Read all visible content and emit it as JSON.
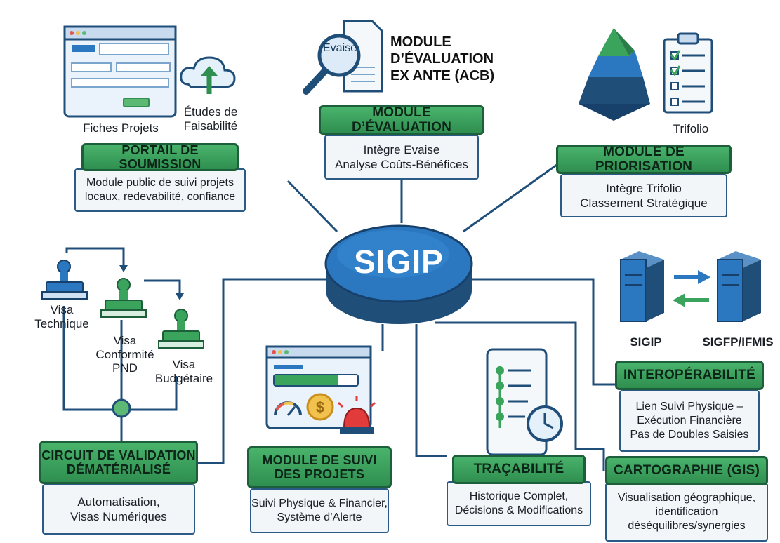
{
  "center": {
    "label": "SIGIP"
  },
  "modules": {
    "portail": {
      "title": "PORTAIL DE SOUMISSION",
      "desc1": "Module public de suivi projets",
      "desc2": "locaux, redevabilité, confiance"
    },
    "evaluation": {
      "title": "MODULE D’ÉVALUATION",
      "desc1": "Intègre Evaise",
      "desc2": "Analyse Coûts-Bénéfices"
    },
    "priorisation": {
      "title": "MODULE DE PRIORISATION",
      "desc1": "Intègre Trifolio",
      "desc2": "Classement Stratégique"
    },
    "interop": {
      "title": "INTEROPÉRABILITÉ",
      "desc1": "Lien Suivi Physique –",
      "desc2": "Exécution Financière",
      "desc3": "Pas de Doubles Saisies"
    },
    "circuit": {
      "title1": "CIRCUIT DE VALIDATION",
      "title2": "DÉMATÉRIALISÉ",
      "desc1": "Automatisation,",
      "desc2": "Visas Numériques"
    },
    "suivi": {
      "title1": "MODULE DE SUIVI",
      "title2": "DES PROJETS",
      "desc1": "Suivi Physique & Financier,",
      "desc2": "Système d’Alerte"
    },
    "tracabilite": {
      "title": "TRAÇABILITÉ",
      "desc1": "Historique Complet,",
      "desc2": "Décisions & Modifications"
    },
    "carto": {
      "title": "CARTOGRAPHIE (GIS)",
      "desc1": "Visualisation géographique,",
      "desc2": "identification",
      "desc3": "déséquilibres/synergies"
    }
  },
  "labels": {
    "fiches": "Fiches Projets",
    "etudes1": "Études de",
    "etudes2": "Faisabilité",
    "trifolio": "Trifolio",
    "evaise_badge": "Evaise",
    "acb1": "MODULE",
    "acb2": "D’ÉVALUATION",
    "acb3": "EX ANTE (ACB)",
    "sigip_server": "SIGIP",
    "sigfp_server": "SIGFP/IFMIS",
    "visa_tech1": "Visa",
    "visa_tech2": "Technique",
    "visa_conf1": "Visa",
    "visa_conf2": "Conformité",
    "visa_conf3": "PND",
    "visa_budg1": "Visa",
    "visa_budg2": "Budgétaire"
  },
  "colors": {
    "green": "#3aa35c",
    "navy": "#1f4e79",
    "blue": "#2b77c0"
  }
}
